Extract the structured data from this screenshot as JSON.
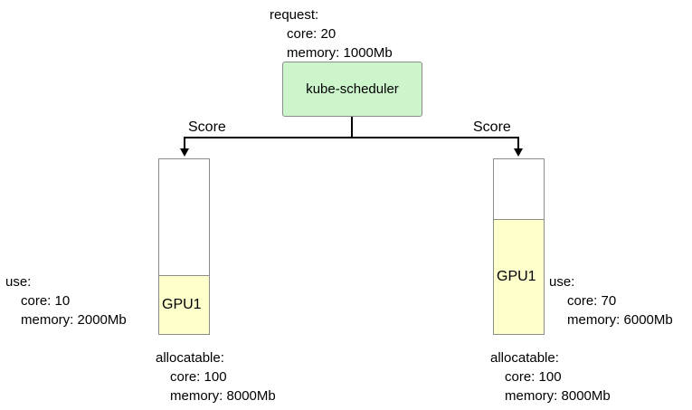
{
  "diagram": {
    "request": {
      "line1": "request:",
      "line2": "core: 20",
      "line3": "memory: 1000Mb"
    },
    "scheduler_label": "kube-scheduler",
    "score_left": "Score",
    "score_right": "Score",
    "node_left": {
      "gpu_label": "GPU1",
      "use": {
        "line1": "use:",
        "line2": "core: 10",
        "line3": "memory: 2000Mb"
      },
      "allocatable": {
        "line1": "allocatable:",
        "line2": "core: 100",
        "line3": "memory: 8000Mb"
      }
    },
    "node_right": {
      "gpu_label": "GPU1",
      "use": {
        "line1": "use:",
        "line2": "core: 70",
        "line3": "memory: 6000Mb"
      },
      "allocatable": {
        "line1": "allocatable:",
        "line2": "core: 100",
        "line3": "memory: 8000Mb"
      }
    },
    "colors": {
      "scheduler_fill": "#ccf5cc",
      "gpu_fill": "#ffffcb",
      "box_border": "#8c8c8c",
      "connector": "#000000",
      "text": "#000000"
    }
  }
}
